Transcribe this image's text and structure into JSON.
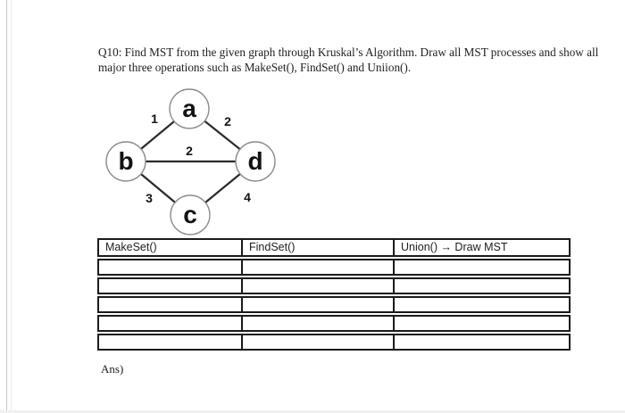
{
  "question": {
    "line1": "Q10: Find MST from the given graph through Kruskal’s Algorithm. Draw all MST processes and show all",
    "line2": "major three operations such as MakeSet(), FindSet() and Uniion()."
  },
  "graph": {
    "nodes": [
      {
        "label": "a"
      },
      {
        "label": "b"
      },
      {
        "label": "c"
      },
      {
        "label": "d"
      }
    ],
    "edges": [
      {
        "from": "a",
        "to": "b",
        "weight": "1"
      },
      {
        "from": "a",
        "to": "d",
        "weight": "2"
      },
      {
        "from": "b",
        "to": "d",
        "weight": "2"
      },
      {
        "from": "b",
        "to": "c",
        "weight": "3"
      },
      {
        "from": "c",
        "to": "d",
        "weight": "4"
      }
    ]
  },
  "table": {
    "headers": [
      "MakeSet()",
      "FindSet()",
      "Union() → Draw MST"
    ],
    "empty_row_count": 5
  },
  "answer_label": "Ans)"
}
